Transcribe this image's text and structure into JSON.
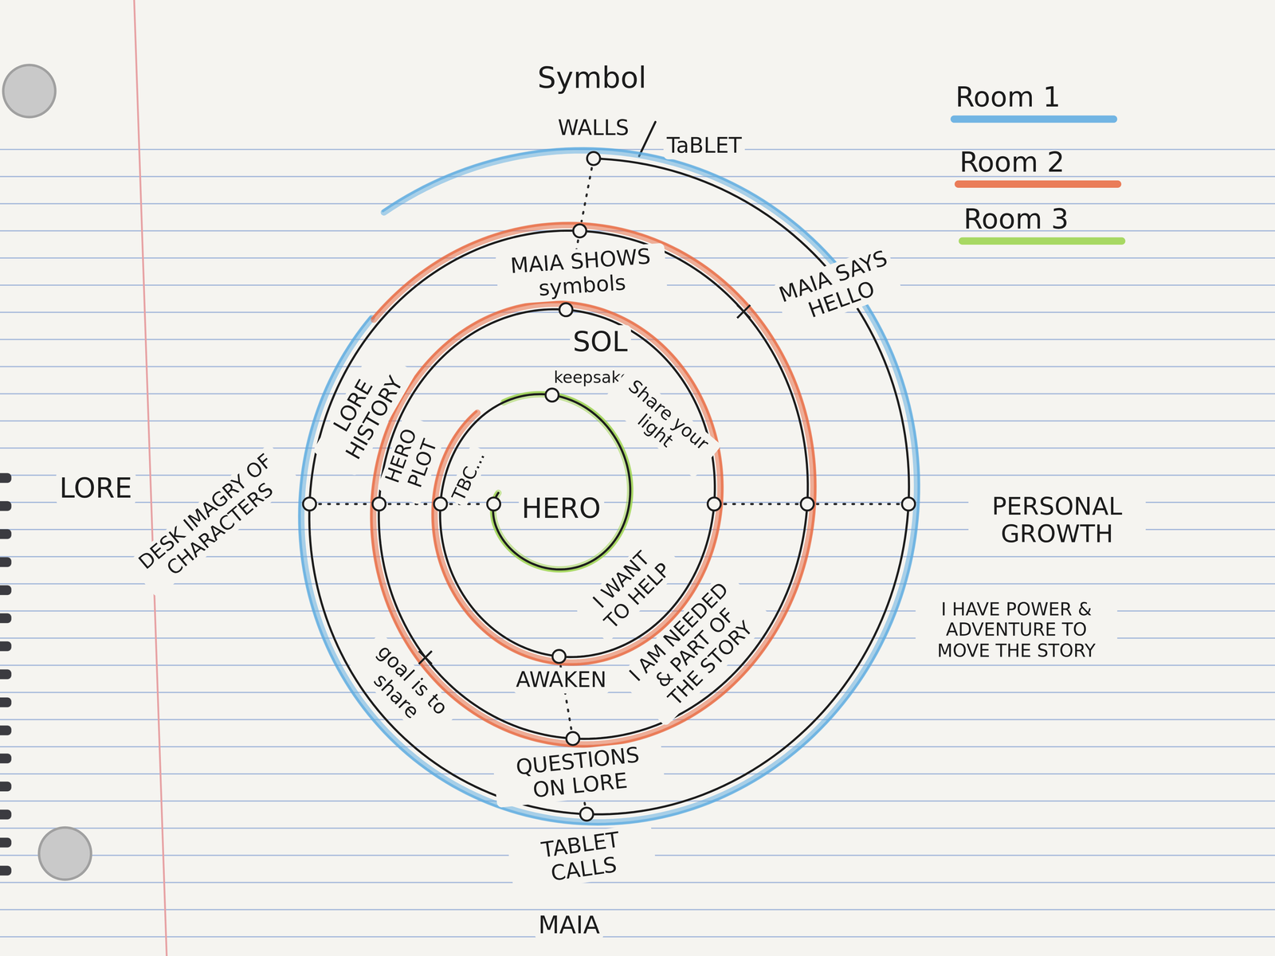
{
  "diagram": {
    "labels": [
      "Symbol",
      "WALLS",
      "TaBLET",
      "MAIA SHOWS symbols",
      "MAIA SAYS HELLO",
      "SOL",
      "keepsake",
      "Share your light",
      "TBC...",
      "HERO",
      "LORE",
      "DESK IMAGRY OF CHARACTERS",
      "LORE HISTORY",
      "HERO PLOT",
      "PERSONAL GROWTH",
      "I HAVE POWER & ADVENTURE TO MOVE THE STORY",
      "I AM NEEDED & PART OF THE STORY",
      "I WANT TO HELP",
      "AWAKEN",
      "goal is to share",
      "QUESTIONS ON LORE",
      "TABLET CALLS",
      "MAIA"
    ],
    "legend": [
      {
        "text": "Room 1",
        "color": "#5aa9e0"
      },
      {
        "text": "Room 2",
        "color": "#e8663d"
      },
      {
        "text": "Room 3",
        "color": "#9ad24a"
      }
    ]
  }
}
